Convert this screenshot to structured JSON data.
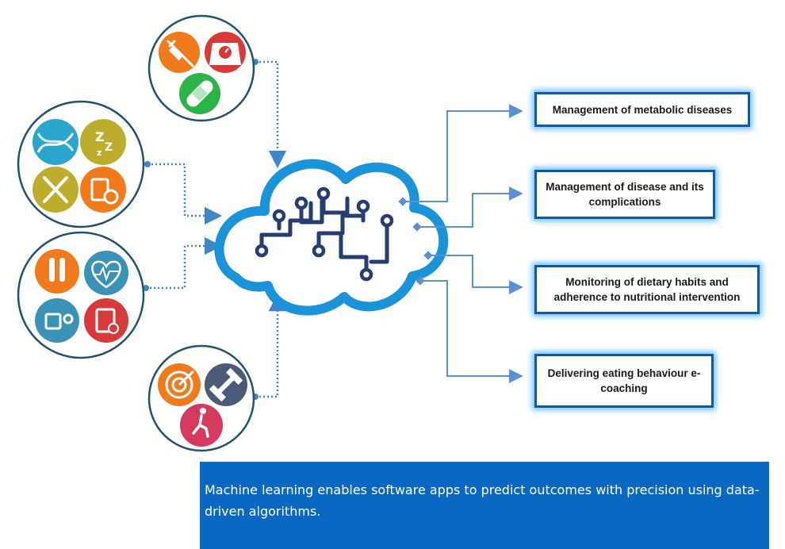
{
  "outcomes": [
    "Management of metabolic diseases",
    "Management of disease and its complications",
    "Monitoring of dietary habits and adherence to nutritional intervention",
    "Delivering eating behaviour e-coaching"
  ],
  "caption": "Machine learning enables software apps to predict outcomes with precision using data-driven algorithms.",
  "icon_groups": [
    {
      "icons": [
        "syringe-icon",
        "weighing-scale-icon",
        "bandage-icon"
      ]
    },
    {
      "icons": [
        "dna-icon",
        "sleep-icon",
        "fork-knife-icon",
        "clipboard-timer-icon"
      ]
    },
    {
      "icons": [
        "test-tubes-icon",
        "heart-rate-icon",
        "blood-pressure-icon",
        "medical-record-icon"
      ]
    },
    {
      "icons": [
        "target-icon",
        "dumbbell-icon",
        "running-icon"
      ]
    }
  ],
  "colors": {
    "arrow": "#5a8fd4",
    "dotted": "#3f86c8",
    "circle_border": "#23506e",
    "cloud": "#1a93d8",
    "circuit": "#253d73",
    "box_border": "#0b5aa6",
    "caption_bg": "#0a67c2"
  }
}
